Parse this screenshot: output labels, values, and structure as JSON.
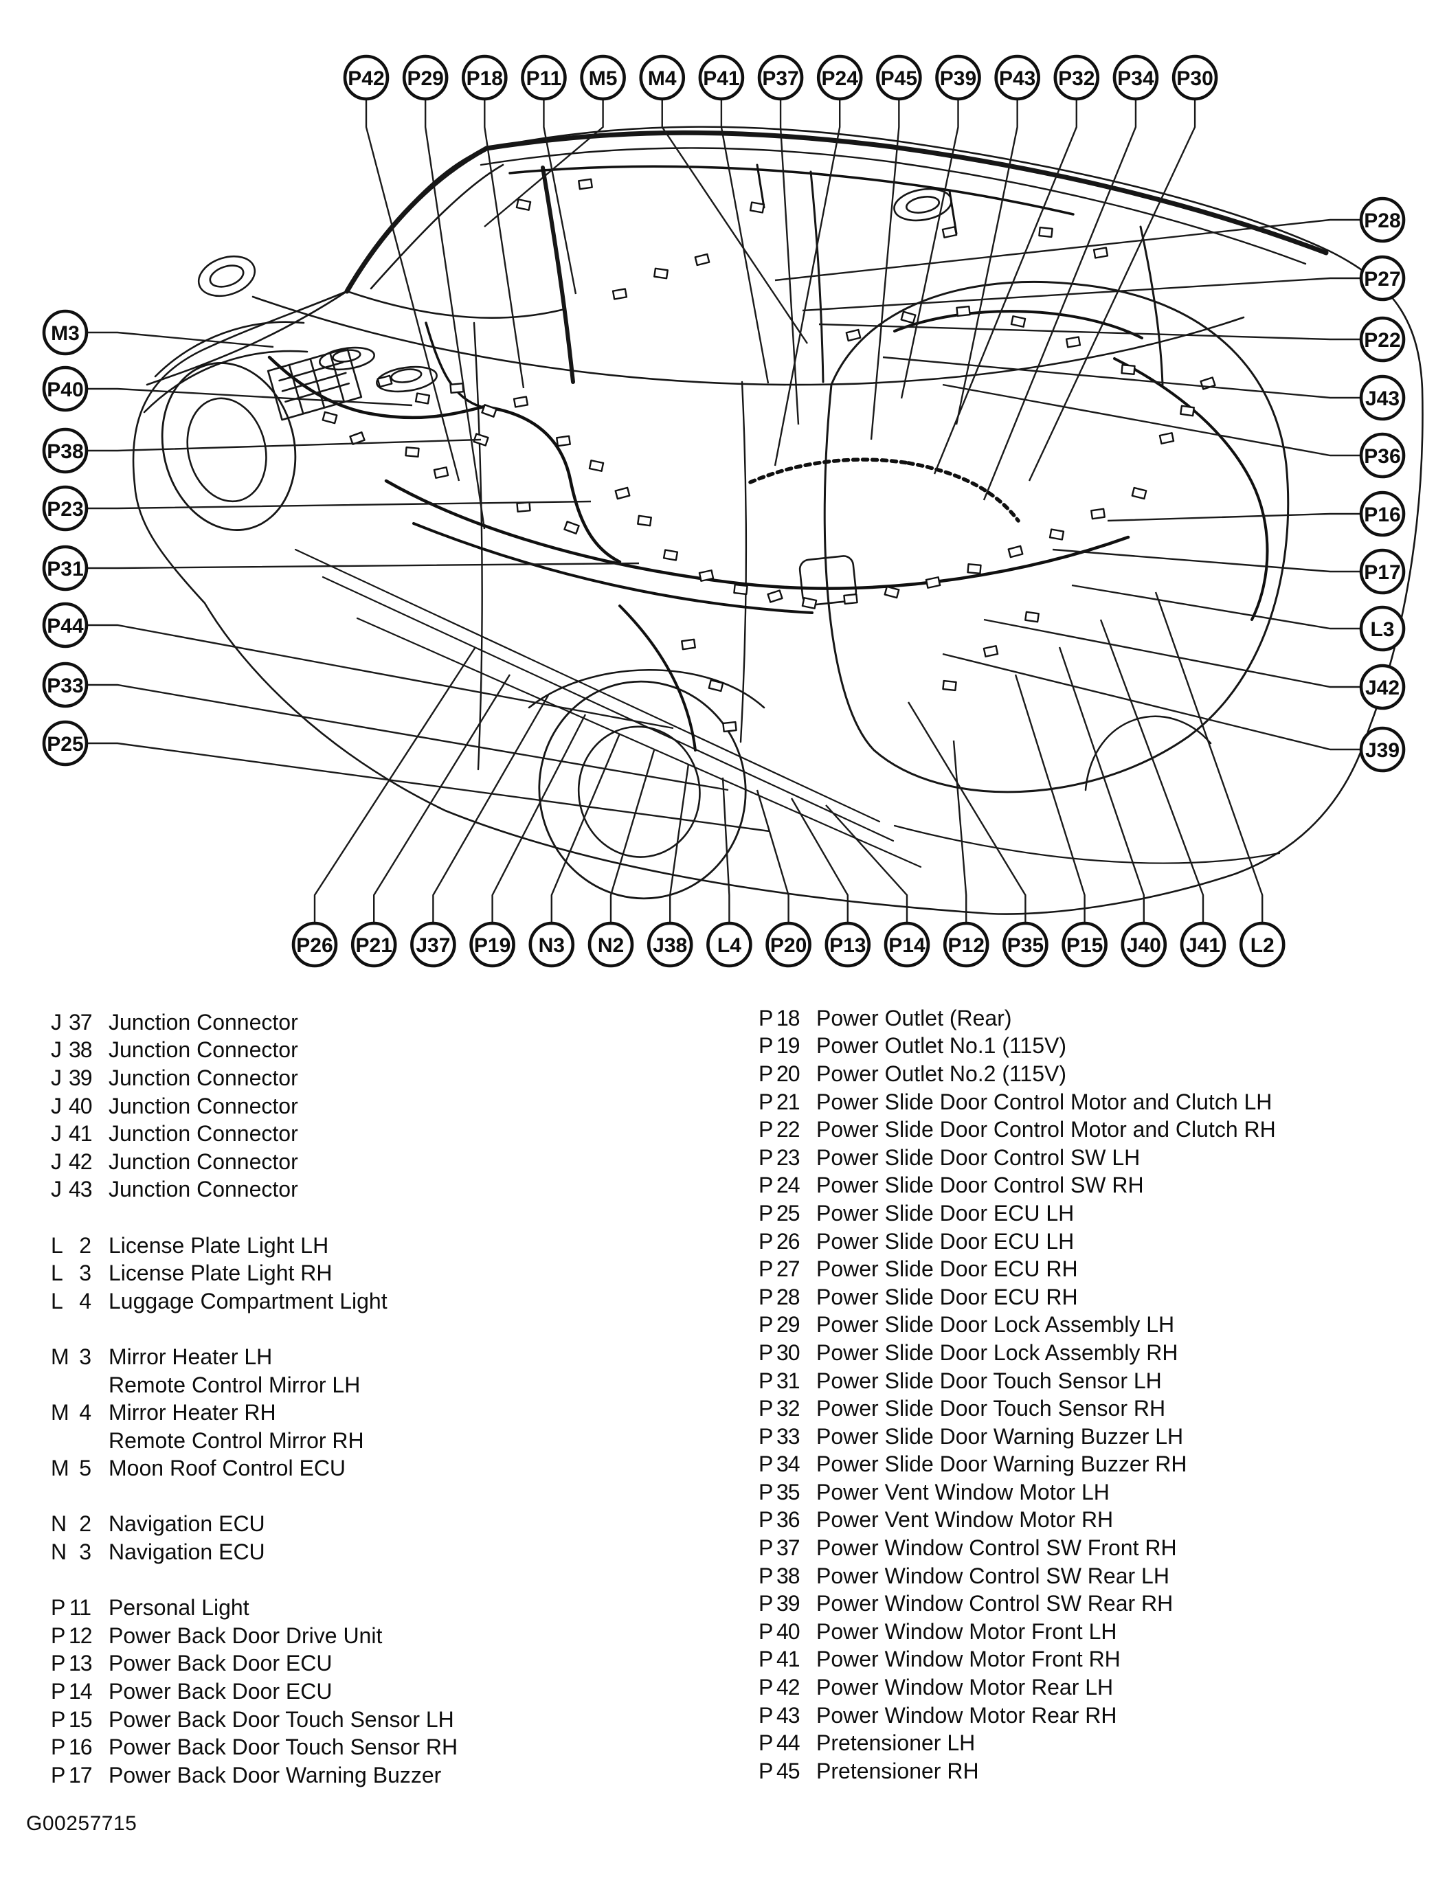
{
  "ink": "#111111",
  "callouts": {
    "top": [
      "P42",
      "P29",
      "P18",
      "P11",
      "M5",
      "M4",
      "P41",
      "P37",
      "P24",
      "P45",
      "P39",
      "P43",
      "P32",
      "P34",
      "P30"
    ],
    "left": [
      "M3",
      "P40",
      "P38",
      "P23",
      "P31",
      "P44",
      "P33",
      "P25"
    ],
    "right": [
      "P28",
      "P27",
      "P22",
      "J43",
      "P36",
      "P16",
      "P17",
      "L3",
      "J42",
      "J39"
    ],
    "bottom": [
      "P26",
      "P21",
      "J37",
      "P19",
      "N3",
      "N2",
      "J38",
      "L4",
      "P20",
      "P13",
      "P14",
      "P12",
      "P35",
      "P15",
      "J40",
      "J41",
      "L2"
    ]
  },
  "legend": {
    "left": [
      {
        "letter": "J",
        "number": "37",
        "desc": "Junction Connector"
      },
      {
        "letter": "J",
        "number": "38",
        "desc": "Junction Connector"
      },
      {
        "letter": "J",
        "number": "39",
        "desc": "Junction Connector"
      },
      {
        "letter": "J",
        "number": "40",
        "desc": "Junction Connector"
      },
      {
        "letter": "J",
        "number": "41",
        "desc": "Junction Connector"
      },
      {
        "letter": "J",
        "number": "42",
        "desc": "Junction Connector"
      },
      {
        "letter": "J",
        "number": "43",
        "desc": "Junction Connector"
      },
      {
        "letter": "L",
        "number": "2",
        "desc": "License Plate Light LH",
        "gap": true
      },
      {
        "letter": "L",
        "number": "3",
        "desc": "License Plate Light RH"
      },
      {
        "letter": "L",
        "number": "4",
        "desc": "Luggage Compartment Light"
      },
      {
        "letter": "M",
        "number": "3",
        "desc": "Mirror Heater LH",
        "gap": true
      },
      {
        "letter": "",
        "number": "",
        "desc": "Remote Control Mirror LH"
      },
      {
        "letter": "M",
        "number": "4",
        "desc": "Mirror Heater RH"
      },
      {
        "letter": "",
        "number": "",
        "desc": "Remote Control Mirror RH"
      },
      {
        "letter": "M",
        "number": "5",
        "desc": "Moon Roof Control ECU"
      },
      {
        "letter": "N",
        "number": "2",
        "desc": "Navigation ECU",
        "gap": true
      },
      {
        "letter": "N",
        "number": "3",
        "desc": "Navigation ECU"
      },
      {
        "letter": "P",
        "number": "11",
        "desc": "Personal Light",
        "gap": true
      },
      {
        "letter": "P",
        "number": "12",
        "desc": "Power Back Door Drive Unit"
      },
      {
        "letter": "P",
        "number": "13",
        "desc": "Power Back Door ECU"
      },
      {
        "letter": "P",
        "number": "14",
        "desc": "Power Back Door ECU"
      },
      {
        "letter": "P",
        "number": "15",
        "desc": "Power Back Door Touch Sensor LH"
      },
      {
        "letter": "P",
        "number": "16",
        "desc": "Power Back Door Touch Sensor RH"
      },
      {
        "letter": "P",
        "number": "17",
        "desc": "Power Back Door Warning Buzzer"
      }
    ],
    "right": [
      {
        "letter": "P",
        "number": "18",
        "desc": "Power Outlet (Rear)"
      },
      {
        "letter": "P",
        "number": "19",
        "desc": "Power Outlet No.1 (115V)"
      },
      {
        "letter": "P",
        "number": "20",
        "desc": "Power Outlet No.2 (115V)"
      },
      {
        "letter": "P",
        "number": "21",
        "desc": "Power Slide Door Control Motor and Clutch LH"
      },
      {
        "letter": "P",
        "number": "22",
        "desc": "Power Slide Door Control Motor and Clutch RH"
      },
      {
        "letter": "P",
        "number": "23",
        "desc": "Power Slide Door Control SW LH"
      },
      {
        "letter": "P",
        "number": "24",
        "desc": "Power Slide Door Control SW RH"
      },
      {
        "letter": "P",
        "number": "25",
        "desc": "Power Slide Door ECU LH"
      },
      {
        "letter": "P",
        "number": "26",
        "desc": "Power Slide Door ECU LH"
      },
      {
        "letter": "P",
        "number": "27",
        "desc": "Power Slide Door ECU RH"
      },
      {
        "letter": "P",
        "number": "28",
        "desc": "Power Slide Door ECU RH"
      },
      {
        "letter": "P",
        "number": "29",
        "desc": "Power Slide Door Lock Assembly LH"
      },
      {
        "letter": "P",
        "number": "30",
        "desc": "Power Slide Door Lock Assembly RH"
      },
      {
        "letter": "P",
        "number": "31",
        "desc": "Power Slide Door Touch Sensor LH"
      },
      {
        "letter": "P",
        "number": "32",
        "desc": "Power Slide Door Touch Sensor RH"
      },
      {
        "letter": "P",
        "number": "33",
        "desc": "Power Slide Door Warning Buzzer LH"
      },
      {
        "letter": "P",
        "number": "34",
        "desc": "Power Slide Door Warning Buzzer RH"
      },
      {
        "letter": "P",
        "number": "35",
        "desc": "Power Vent Window Motor LH"
      },
      {
        "letter": "P",
        "number": "36",
        "desc": "Power Vent Window Motor RH"
      },
      {
        "letter": "P",
        "number": "37",
        "desc": "Power Window Control SW Front RH"
      },
      {
        "letter": "P",
        "number": "38",
        "desc": "Power Window Control SW Rear LH"
      },
      {
        "letter": "P",
        "number": "39",
        "desc": "Power Window Control SW Rear RH"
      },
      {
        "letter": "P",
        "number": "40",
        "desc": "Power Window Motor Front LH"
      },
      {
        "letter": "P",
        "number": "41",
        "desc": "Power Window Motor Front RH"
      },
      {
        "letter": "P",
        "number": "42",
        "desc": "Power Window Motor Rear LH"
      },
      {
        "letter": "P",
        "number": "43",
        "desc": "Power Window Motor Rear RH"
      },
      {
        "letter": "P",
        "number": "44",
        "desc": "Pretensioner LH"
      },
      {
        "letter": "P",
        "number": "45",
        "desc": "Pretensioner RH"
      }
    ]
  },
  "footer": {
    "code": "G00257715"
  }
}
